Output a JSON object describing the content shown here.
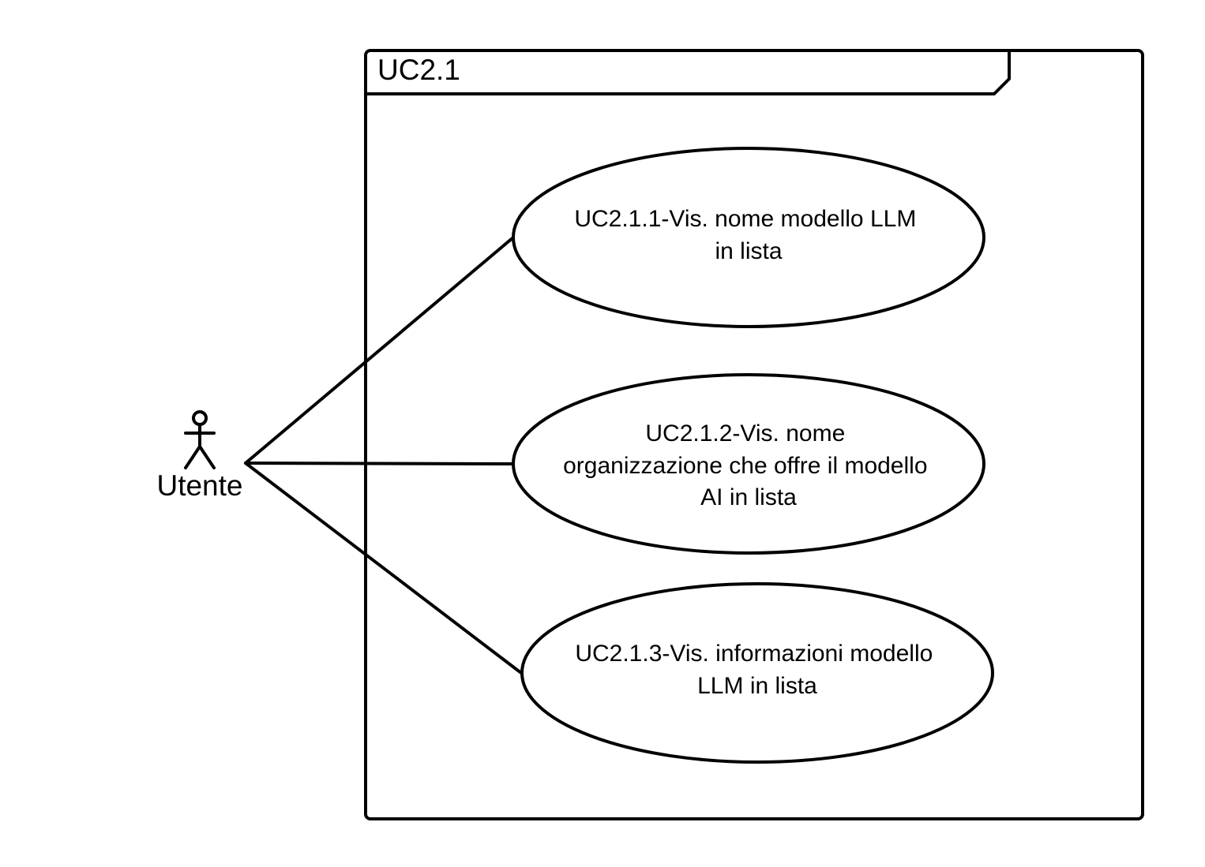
{
  "system": {
    "title": "UC2.1"
  },
  "actor": {
    "label": "Utente"
  },
  "use_cases": [
    {
      "id": "uc-2-1-1",
      "lines": [
        "UC2.1.1-Vis. nome modello LLM",
        "in lista"
      ]
    },
    {
      "id": "uc-2-1-2",
      "lines": [
        "UC2.1.2-Vis. nome",
        "organizzazione che offre il modello",
        "AI in lista"
      ]
    },
    {
      "id": "uc-2-1-3",
      "lines": [
        "UC2.1.3-Vis. informazioni modello",
        "LLM in lista"
      ]
    }
  ]
}
